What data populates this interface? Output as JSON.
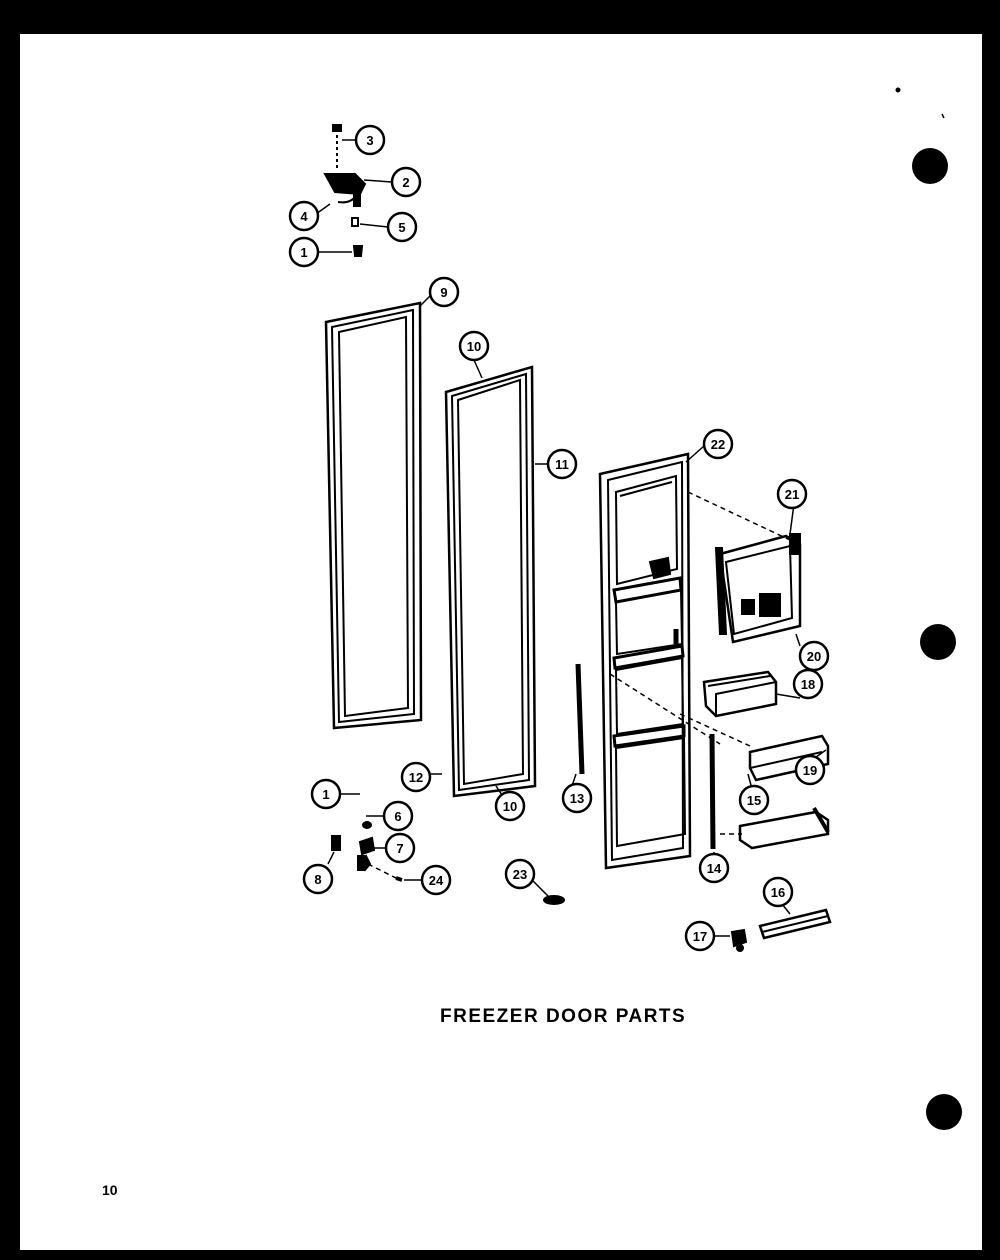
{
  "title": "FREEZER DOOR PARTS",
  "page_number": "10",
  "callouts": [
    "1",
    "2",
    "3",
    "4",
    "5",
    "1",
    "6",
    "7",
    "8",
    "24",
    "9",
    "10",
    "10",
    "11",
    "12",
    "13",
    "14",
    "15",
    "16",
    "17",
    "18",
    "19",
    "20",
    "21",
    "22",
    "23"
  ]
}
